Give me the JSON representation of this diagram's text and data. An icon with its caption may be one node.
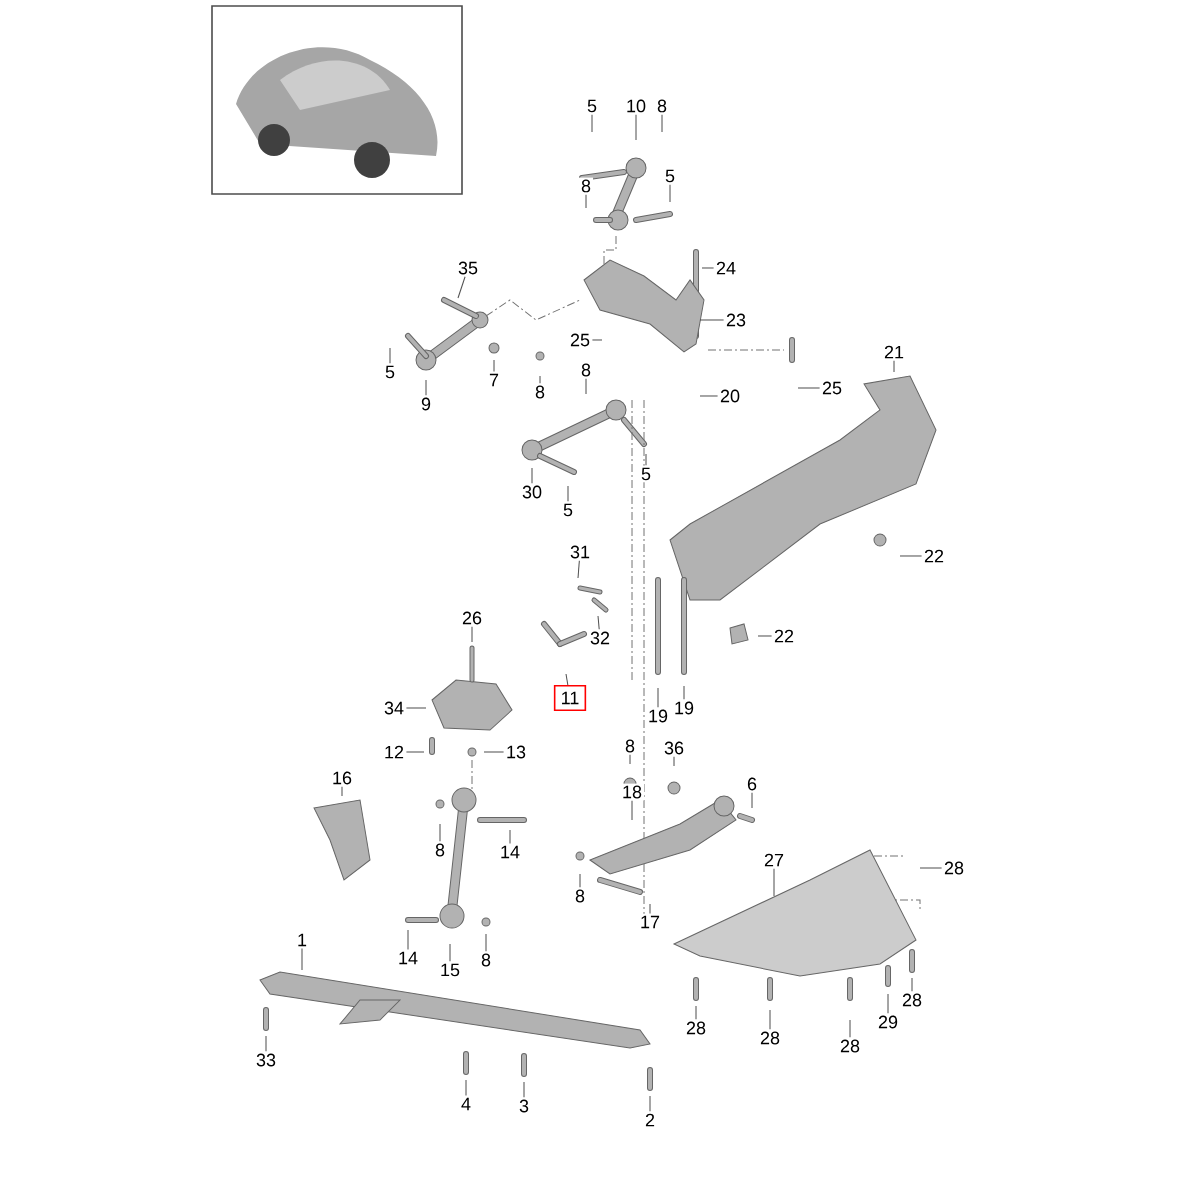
{
  "diagram": {
    "nodes": [
      {
        "text": [
          "5"
        ]
      },
      {
        "text": [
          "10"
        ]
      },
      {
        "text": [
          "8"
        ]
      },
      {
        "text": [
          "8"
        ]
      },
      {
        "text": [
          "5"
        ]
      },
      {
        "text": [
          "24"
        ]
      },
      {
        "text": [
          "35"
        ]
      },
      {
        "text": [
          "23"
        ]
      },
      {
        "text": [
          "25"
        ]
      },
      {
        "text": [
          "5"
        ]
      },
      {
        "text": [
          "7"
        ]
      },
      {
        "text": [
          "8"
        ]
      },
      {
        "text": [
          "9"
        ]
      },
      {
        "text": [
          "8"
        ]
      },
      {
        "text": [
          "20"
        ]
      },
      {
        "text": [
          "25"
        ]
      },
      {
        "text": [
          "21"
        ]
      },
      {
        "text": [
          "30"
        ]
      },
      {
        "text": [
          "5"
        ]
      },
      {
        "text": [
          "5"
        ]
      },
      {
        "text": [
          "31"
        ]
      },
      {
        "text": [
          "22"
        ]
      },
      {
        "text": [
          "32"
        ]
      },
      {
        "text": [
          "22"
        ]
      },
      {
        "text": [
          "26"
        ]
      },
      {
        "text": [
          "11"
        ]
      },
      {
        "text": [
          "34"
        ]
      },
      {
        "text": [
          "12"
        ]
      },
      {
        "text": [
          "13"
        ]
      },
      {
        "text": [
          "19"
        ]
      },
      {
        "text": [
          "19"
        ]
      },
      {
        "text": [
          "8"
        ]
      },
      {
        "text": [
          "36"
        ]
      },
      {
        "text": [
          "18"
        ]
      },
      {
        "text": [
          "6"
        ]
      },
      {
        "text": [
          "16"
        ]
      },
      {
        "text": [
          "8"
        ]
      },
      {
        "text": [
          "14"
        ]
      },
      {
        "text": [
          "8"
        ]
      },
      {
        "text": [
          "17"
        ]
      },
      {
        "text": [
          "27"
        ]
      },
      {
        "text": [
          "28"
        ]
      },
      {
        "text": [
          "28"
        ]
      },
      {
        "text": [
          "29"
        ]
      },
      {
        "text": [
          "28"
        ]
      },
      {
        "text": [
          "28"
        ]
      },
      {
        "text": [
          "28"
        ]
      },
      {
        "text": [
          "14"
        ]
      },
      {
        "text": [
          "15"
        ]
      },
      {
        "text": [
          "8"
        ]
      },
      {
        "text": [
          "1"
        ]
      },
      {
        "text": [
          "33"
        ]
      },
      {
        "text": [
          "4"
        ]
      },
      {
        "text": [
          "3"
        ]
      },
      {
        "text": [
          "2"
        ]
      },
      {
        "text": [],
        "shape": "picture"
      },
      {
        "text": [],
        "shape": "picture"
      }
    ],
    "edges": [
      {
        "from": 0,
        "to": null,
        "arrow": "none"
      },
      {
        "from": 1,
        "to": null,
        "arrow": "none"
      },
      {
        "from": 2,
        "to": null,
        "arrow": "none"
      },
      {
        "from": 3,
        "to": null,
        "arrow": "none"
      },
      {
        "from": 4,
        "to": null,
        "arrow": "none"
      },
      {
        "from": 5,
        "to": null,
        "arrow": "none"
      },
      {
        "from": 6,
        "to": null,
        "arrow": "none"
      },
      {
        "from": 7,
        "to": 55,
        "arrow": "none"
      },
      {
        "from": 8,
        "to": null,
        "arrow": "none"
      },
      {
        "from": 9,
        "to": null,
        "arrow": "none"
      },
      {
        "from": 10,
        "to": null,
        "arrow": "none"
      },
      {
        "from": 11,
        "to": null,
        "arrow": "none"
      },
      {
        "from": 12,
        "to": null,
        "arrow": "none"
      },
      {
        "from": 13,
        "to": null,
        "arrow": "none"
      },
      {
        "from": 14,
        "to": null,
        "arrow": "none"
      },
      {
        "from": 15,
        "to": null,
        "arrow": "none"
      },
      {
        "from": 16,
        "to": null,
        "arrow": "none"
      },
      {
        "from": 17,
        "to": null,
        "arrow": "none"
      },
      {
        "from": 18,
        "to": null,
        "arrow": "none"
      },
      {
        "from": 19,
        "to": null,
        "arrow": "none"
      },
      {
        "from": 20,
        "to": null,
        "arrow": "none"
      },
      {
        "from": 21,
        "to": null,
        "arrow": "none"
      },
      {
        "from": 22,
        "to": null,
        "arrow": "none"
      },
      {
        "from": 23,
        "to": null,
        "arrow": "none"
      },
      {
        "from": 24,
        "to": null,
        "arrow": "none"
      },
      {
        "from": 25,
        "to": null,
        "arrow": "none"
      },
      {
        "from": 26,
        "to": null,
        "arrow": "none"
      },
      {
        "from": 27,
        "to": null,
        "arrow": "none"
      },
      {
        "from": 28,
        "to": null,
        "arrow": "none"
      },
      {
        "from": 29,
        "to": null,
        "arrow": "none"
      },
      {
        "from": 30,
        "to": null,
        "arrow": "none"
      },
      {
        "from": 31,
        "to": null,
        "arrow": "none"
      },
      {
        "from": 32,
        "to": null,
        "arrow": "none"
      },
      {
        "from": 33,
        "to": null,
        "arrow": "none"
      },
      {
        "from": 34,
        "to": null,
        "arrow": "none"
      },
      {
        "from": 35,
        "to": null,
        "arrow": "none"
      },
      {
        "from": 36,
        "to": null,
        "arrow": "none"
      },
      {
        "from": 37,
        "to": null,
        "arrow": "none"
      },
      {
        "from": 38,
        "to": null,
        "arrow": "none"
      },
      {
        "from": 39,
        "to": null,
        "arrow": "none"
      },
      {
        "from": 40,
        "to": 56,
        "arrow": "none"
      },
      {
        "from": 41,
        "to": null,
        "arrow": "none"
      },
      {
        "from": 42,
        "to": null,
        "arrow": "none"
      },
      {
        "from": 43,
        "to": null,
        "arrow": "none"
      },
      {
        "from": 44,
        "to": null,
        "arrow": "none"
      },
      {
        "from": 45,
        "to": null,
        "arrow": "none"
      },
      {
        "from": 46,
        "to": null,
        "arrow": "none"
      },
      {
        "from": 47,
        "to": null,
        "arrow": "none"
      },
      {
        "from": 48,
        "to": null,
        "arrow": "none"
      },
      {
        "from": 49,
        "to": null,
        "arrow": "none"
      },
      {
        "from": 50,
        "to": null,
        "arrow": "none"
      },
      {
        "from": 51,
        "to": null,
        "arrow": "none"
      },
      {
        "from": 52,
        "to": null,
        "arrow": "none"
      },
      {
        "from": 53,
        "to": null,
        "arrow": "none"
      },
      {
        "from": 54,
        "to": null,
        "arrow": "none"
      }
    ]
  }
}
